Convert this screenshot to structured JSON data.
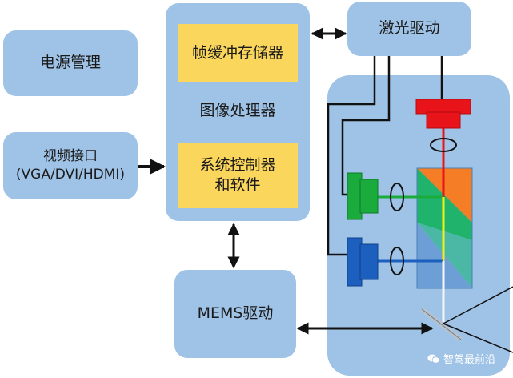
{
  "blocks": {
    "power": "电源管理",
    "video_line1": "视频接口",
    "video_line2": "(VGA/DVI/HDMI)",
    "processor": "图像处理器",
    "frame_buffer": "帧缓冲存储器",
    "system_line1": "系统控制器",
    "system_line2": "和软件",
    "laser_driver": "激光驱动",
    "mems_driver": "MEMS驱动"
  },
  "watermark": {
    "text": "智驾最前沿",
    "icon": "wechat-icon"
  },
  "colors": {
    "block": "#9fc3e7",
    "sub_block": "#fbd65c",
    "laser_red": "#e8141a",
    "laser_green": "#1aab3c",
    "laser_blue": "#1c5fbf",
    "prism_orange": "#f57d25",
    "prism_green": "#1fb36b",
    "prism_blue": "#6d9fd6",
    "beam_yellow": "#f4f215"
  }
}
